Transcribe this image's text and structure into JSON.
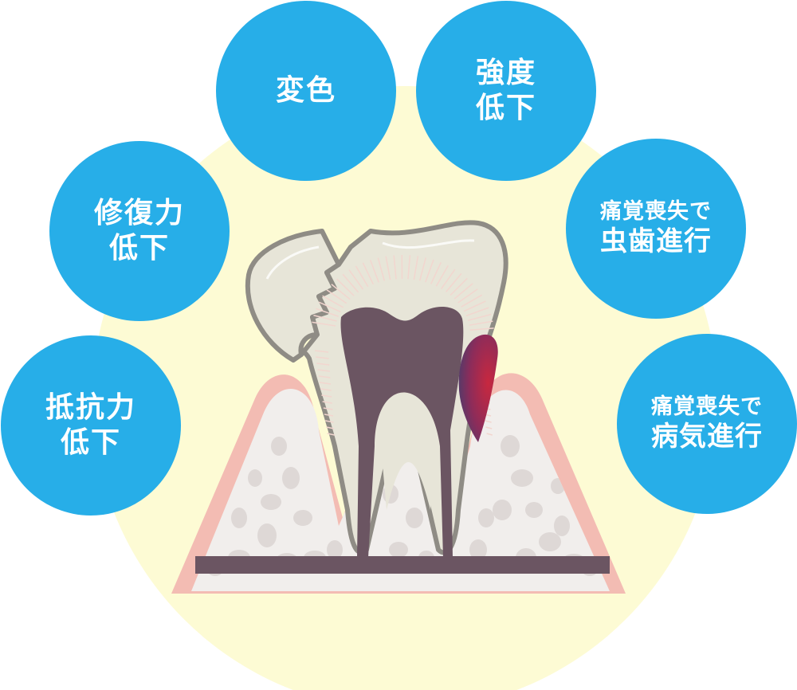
{
  "colors": {
    "bubble": "#27aee8",
    "bubble_text": "#ffffff",
    "background_glow": "#fdfbd4",
    "gum": "#f3bcb3",
    "bone": "#f1eeec",
    "bone_spots": "#ded8d6",
    "enamel": "#e7e5d8",
    "pulp": "#6b5562",
    "caries": "#b0284d"
  },
  "bubbles": {
    "discoloration": {
      "line1": "変色"
    },
    "strength": {
      "line1": "強度",
      "line2": "低下"
    },
    "repair": {
      "line1": "修復力",
      "line2": "低下"
    },
    "pain_caries": {
      "line1": "痛覚喪失で",
      "line2": "虫歯進行"
    },
    "resistance": {
      "line1": "抵抗力",
      "line2": "低下"
    },
    "pain_disease": {
      "line1": "痛覚喪失で",
      "line2": "病気進行"
    }
  }
}
